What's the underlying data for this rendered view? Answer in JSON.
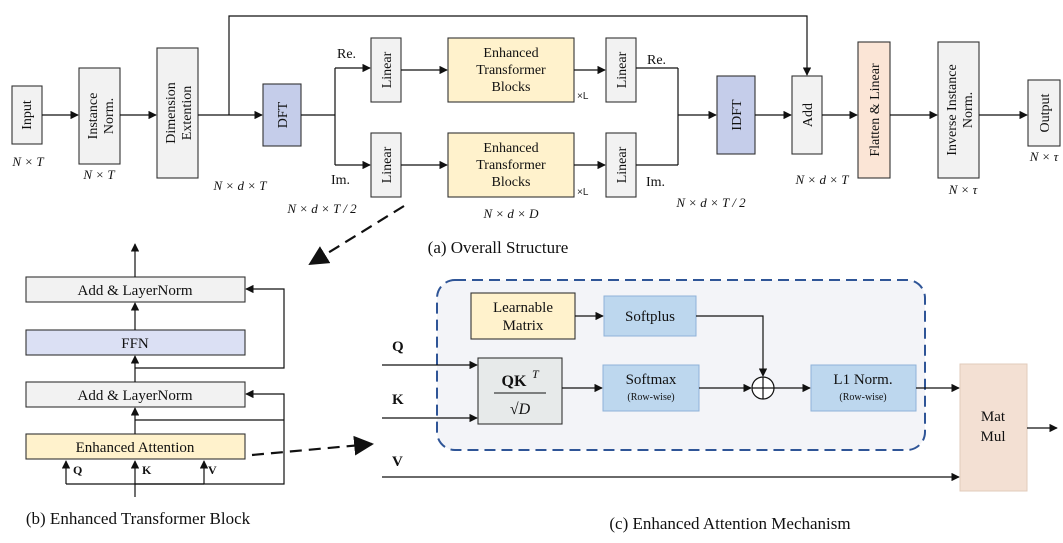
{
  "overall": {
    "input": "Input",
    "instance_norm": [
      "Instance",
      "Norm."
    ],
    "dim_ext": [
      "Dimension",
      "Extention"
    ],
    "dft": "DFT",
    "re_left": "Re.",
    "im_left": "Im.",
    "linear": "Linear",
    "etb": [
      "Enhanced",
      "Transformer",
      "Blocks"
    ],
    "times_l": "×L",
    "re_right": "Re.",
    "im_right": "Im.",
    "idft": "IDFT",
    "add": "Add",
    "flatten": "Flatten & Linear",
    "inv_norm": [
      "Inverse Instance",
      "Norm."
    ],
    "output": "Output",
    "dims": {
      "input": "N × T",
      "inst": "N × T",
      "dimext": "N × d × T",
      "dft": "N × d × T / 2",
      "etb": "N × d × D",
      "idft": "N × d × T / 2",
      "add": "N × d × T",
      "inv": "N × τ",
      "out": "N × τ"
    },
    "caption": "(a) Overall Structure"
  },
  "block": {
    "add_norm_top": "Add & LayerNorm",
    "ffn": "FFN",
    "add_norm_bottom": "Add & LayerNorm",
    "enh_attn": "Enhanced Attention",
    "q": "Q",
    "k": "K",
    "v": "V",
    "caption": "(b) Enhanced Transformer Block"
  },
  "mechanism": {
    "q": "Q",
    "k": "K",
    "v": "V",
    "learnable": [
      "Learnable",
      "Matrix"
    ],
    "softplus": "Softplus",
    "qk_num": "QK",
    "qk_sup": "T",
    "qk_den": "√D",
    "softmax": "Softmax",
    "softmax_sub": "(Row-wise)",
    "l1": "L1 Norm.",
    "l1_sub": "(Row-wise)",
    "matmul": [
      "Mat",
      "Mul"
    ],
    "caption": "(c) Enhanced Attention Mechanism"
  },
  "colors": {
    "blue_box": "#c5cdea",
    "yellow_box": "#fff2cc",
    "gray_box": "#f2f2f2",
    "light_blue_box": "#bdd7ee",
    "orange_box": "#fbe5d6",
    "peach_box": "#f3e0d3",
    "dash_border": "#2f5597",
    "dash_fill": "#f3f4f8"
  }
}
